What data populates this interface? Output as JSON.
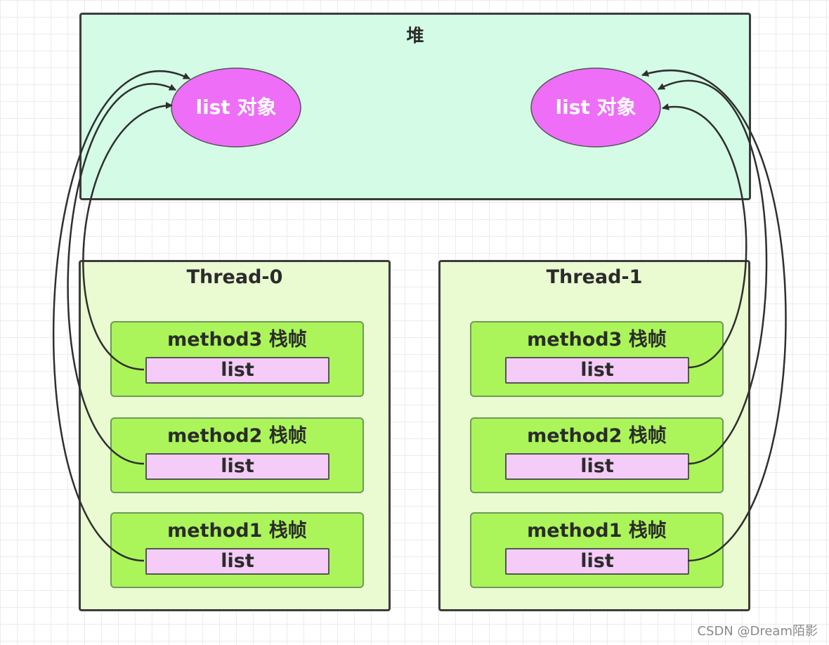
{
  "heap": {
    "title": "堆",
    "objects": [
      {
        "label": "list 对象"
      },
      {
        "label": "list 对象"
      }
    ]
  },
  "threads": [
    {
      "title": "Thread-0",
      "frames": [
        {
          "title": "method3 栈帧",
          "var": "list"
        },
        {
          "title": "method2 栈帧",
          "var": "list"
        },
        {
          "title": "method1 栈帧",
          "var": "list"
        }
      ]
    },
    {
      "title": "Thread-1",
      "frames": [
        {
          "title": "method3 栈帧",
          "var": "list"
        },
        {
          "title": "method2 栈帧",
          "var": "list"
        },
        {
          "title": "method1 栈帧",
          "var": "list"
        }
      ]
    }
  ],
  "watermark": "CSDN @Dream陌影",
  "colors": {
    "heap_fill": "#d3fbe6",
    "thread_fill": "#eafad1",
    "frame_fill": "#abf55a",
    "var_fill": "#f4ccf7",
    "object_fill": "#ee6ef7",
    "arrow": "#2f2f2f"
  }
}
